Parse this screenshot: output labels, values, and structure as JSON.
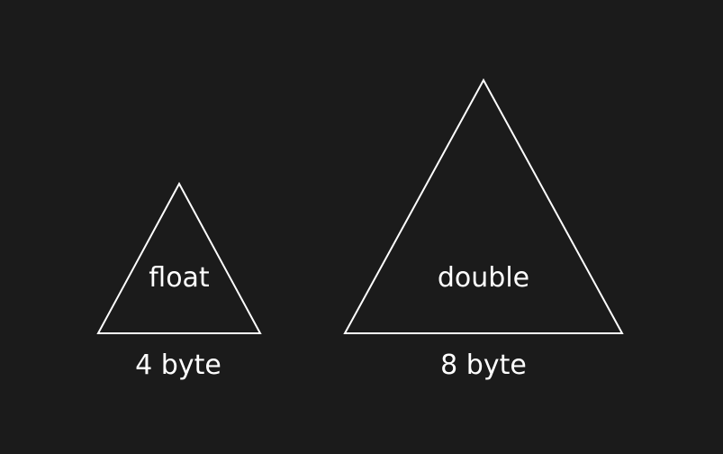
{
  "colors": {
    "background": "#1b1b1b",
    "stroke": "#ffffff",
    "text": "#ffffff"
  },
  "types": [
    {
      "name": "float",
      "size": "4 byte"
    },
    {
      "name": "double",
      "size": "8 byte"
    }
  ]
}
